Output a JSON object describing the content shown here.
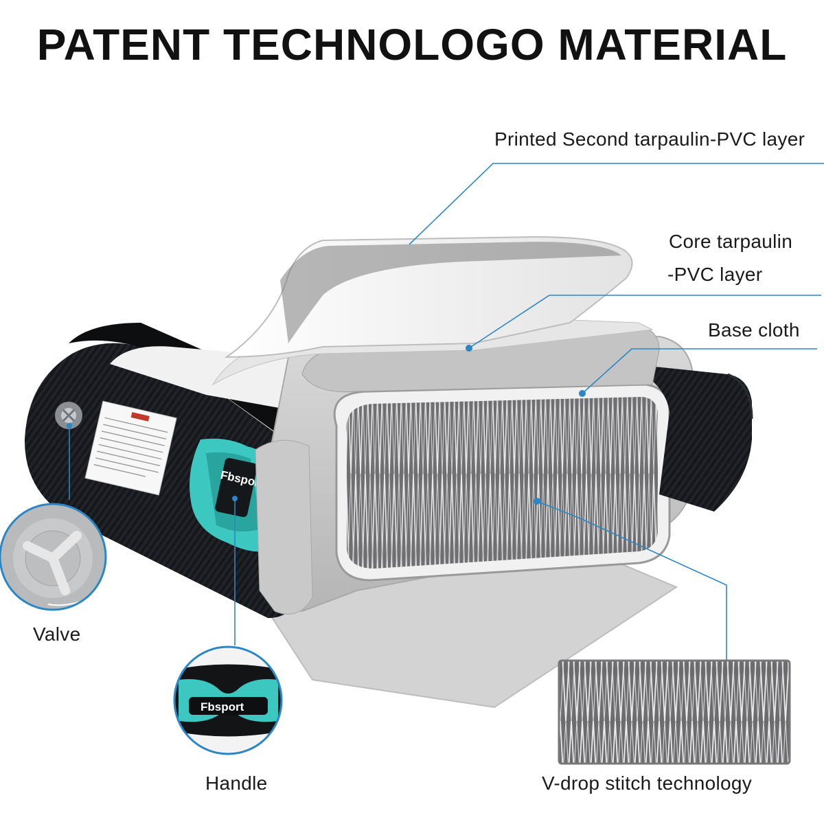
{
  "title": "PATENT TECHNOLOGO MATERIAL",
  "callouts": {
    "printed_layer": "Printed Second tarpaulin-PVC layer",
    "core_layer_line1": "Core tarpaulin",
    "core_layer_line2": "-PVC layer",
    "base_cloth": "Base cloth",
    "valve": "Valve",
    "handle": "Handle",
    "vdrop": "V-drop stitch technology"
  },
  "brand": "Fbsport",
  "colors": {
    "callout_line": "#2b86c5",
    "board_black": "#121416",
    "accent_teal": "#3cc7c0",
    "layer_gray": "#c8c8c8"
  }
}
